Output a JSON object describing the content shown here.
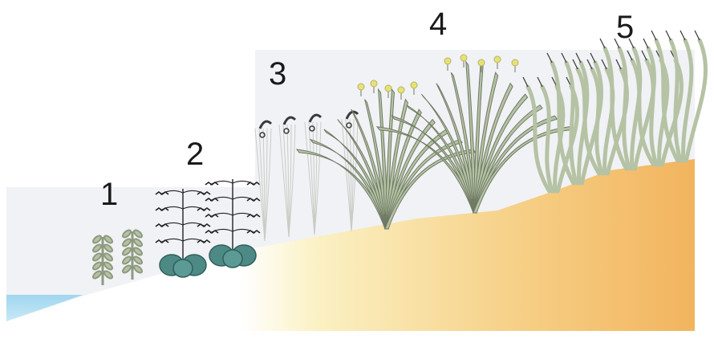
{
  "zones": [
    {
      "number": "1",
      "plant": "succulent-shoots"
    },
    {
      "number": "2",
      "plant": "rosette-with-flower-spikes"
    },
    {
      "number": "3",
      "plant": "tall-grass-tufts"
    },
    {
      "number": "4",
      "plant": "sedge-clump-with-flowers"
    },
    {
      "number": "5",
      "plant": "wavy-grass"
    }
  ],
  "colors": {
    "water": "#a9dbf0",
    "sky_band": "#f1f2f6",
    "sand_light": "#fbf3c8",
    "sand_dark": "#f2b45e",
    "leaf": "#b5c2a4",
    "leaf_edge": "#6f7a64",
    "rosette": "#4d8a86",
    "flower": "#e6e27a",
    "seed_head": "#3a3a3a"
  }
}
